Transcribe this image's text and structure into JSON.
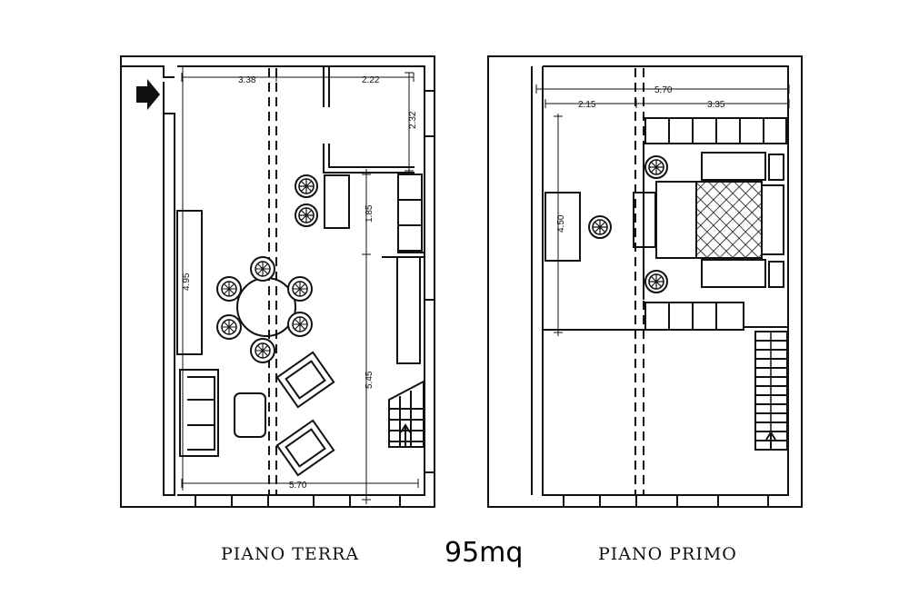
{
  "ground_floor": {
    "title": "PIANO TERRA",
    "dims": {
      "top_left": "3.38",
      "top_right": "2.22",
      "bath_h": "2.32",
      "mid_h": "1.85",
      "left_h": "4.95",
      "right_h": "5.45",
      "bottom": "5.70"
    }
  },
  "first_floor": {
    "title": "PIANO PRIMO",
    "dims": {
      "total": "5.70",
      "left": "2.15",
      "right": "3.35",
      "height": "4.50"
    }
  },
  "area_label": "95mq",
  "colors": {
    "line": "#111111",
    "background": "#ffffff"
  }
}
